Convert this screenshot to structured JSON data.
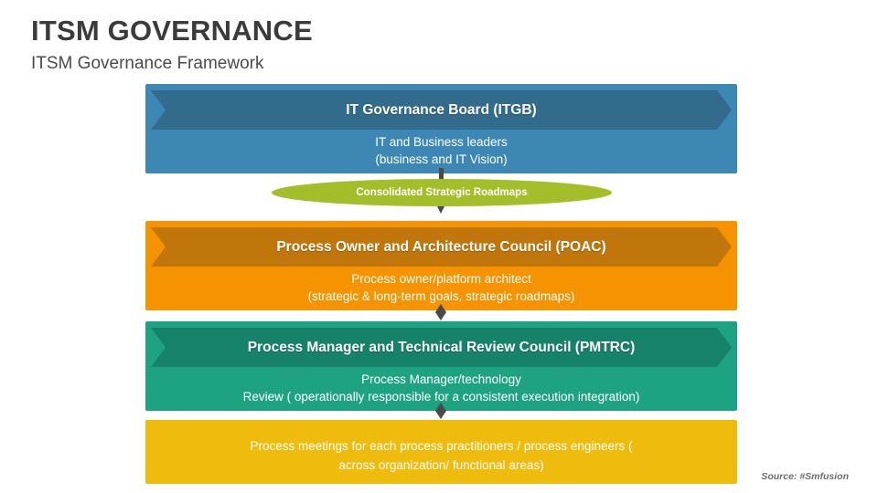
{
  "header": {
    "title": "ITSM GOVERNANCE",
    "subtitle": "ITSM Governance Framework"
  },
  "diagram": {
    "type": "hierarchy-bands",
    "levels": [
      {
        "id": "itgb",
        "ribbon_label": "IT Governance Board (ITGB)",
        "body_line_1": "IT and Business leaders",
        "body_line_2": "(business and IT Vision)",
        "band_color": "#3d87b4",
        "ribbon_color": "#336b8c"
      },
      {
        "id": "poac",
        "ribbon_label": "Process Owner and Architecture Council (POAC)",
        "body_line_1": "Process owner/platform architect",
        "body_line_2": "(strategic & long-term goals, strategic roadmaps)",
        "band_color": "#f59300",
        "ribbon_color": "#c1760b"
      },
      {
        "id": "pmtrc",
        "ribbon_label": "Process Manager and Technical Review Council (PMTRC)",
        "body_line_1": "Process Manager/technology",
        "body_line_2": "Review ( operationally responsible for a consistent execution integration)",
        "band_color": "#1ea382",
        "ribbon_color": "#16826a"
      },
      {
        "id": "practitioners",
        "ribbon_label": "",
        "body_line_1": "Process meetings for each process practitioners / process engineers (",
        "body_line_2": "across organization/ functional areas)",
        "band_color": "#efbc0d",
        "ribbon_color": ""
      }
    ],
    "connector_ellipse": {
      "label": "Consolidated Strategic Roadmaps",
      "color": "#a3be28"
    },
    "connector_color": "#4a4a4a"
  },
  "footer": {
    "source": "Source: #Smfusion"
  }
}
